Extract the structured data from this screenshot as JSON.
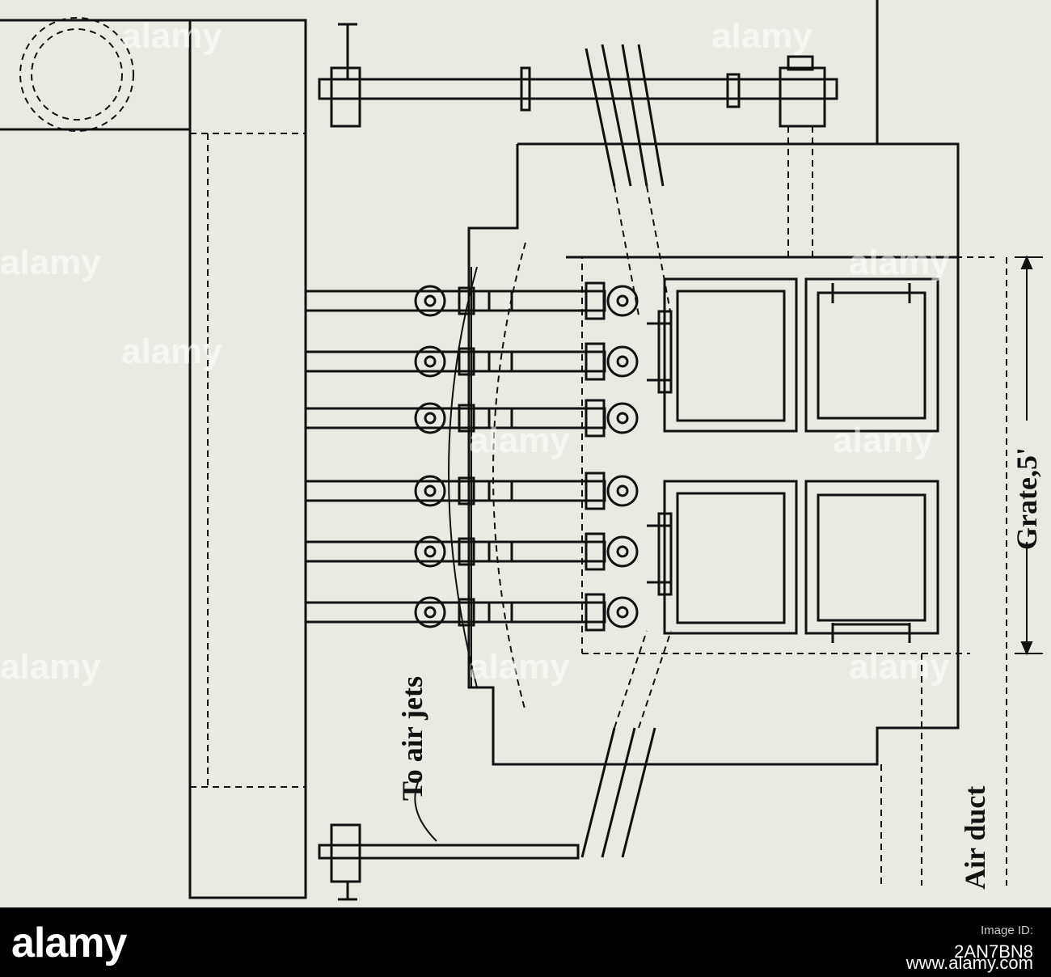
{
  "labels": {
    "grate": "Grate,5'",
    "air_jets": "To air jets",
    "air_duct": "Air duct"
  },
  "watermark": "alamy",
  "footer": {
    "brand": "alamy",
    "image_id_label": "Image ID:",
    "image_id": "2AN7BN8",
    "site": "www.alamy.com"
  },
  "colors": {
    "paper": "#e9ebe3",
    "ink": "#111111",
    "footer_bg": "#000000"
  }
}
